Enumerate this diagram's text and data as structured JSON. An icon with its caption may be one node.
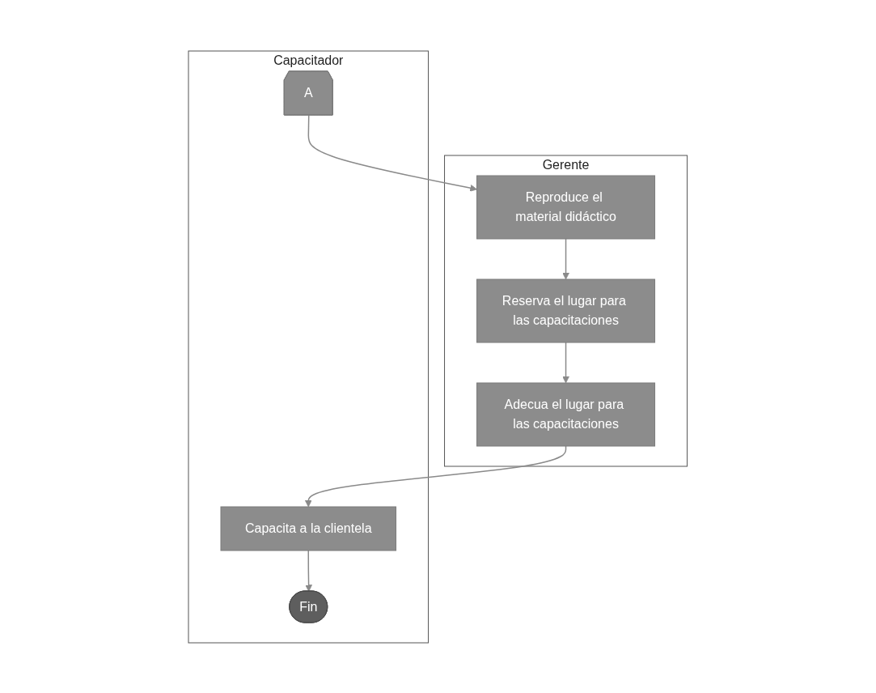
{
  "diagram": {
    "nodes": [
      {
        "text": [
          "Gerente"
        ]
      },
      {
        "text": [
          "Capacitador"
        ]
      },
      {
        "text": [
          "Reproduce el material didáctico"
        ],
        "in": 0
      },
      {
        "text": [
          "A"
        ],
        "in": 1
      },
      {
        "text": [
          "Reserva el lugar para las capacitaciones"
        ],
        "in": 0
      },
      {
        "text": [
          "Adecua el lugar para las capacitaciones"
        ],
        "in": 0
      },
      {
        "text": [
          "Capacita a la clientela"
        ],
        "in": 1
      },
      {
        "text": [
          "Fin"
        ],
        "in": 1
      }
    ],
    "edges": [
      {
        "from": 3,
        "to": 2,
        "arrow": "to"
      },
      {
        "from": 2,
        "to": 4,
        "arrow": "to"
      },
      {
        "from": 4,
        "to": 5,
        "arrow": "to"
      },
      {
        "from": 5,
        "to": 6,
        "arrow": "to"
      },
      {
        "from": 6,
        "to": 7,
        "arrow": "to"
      }
    ]
  }
}
